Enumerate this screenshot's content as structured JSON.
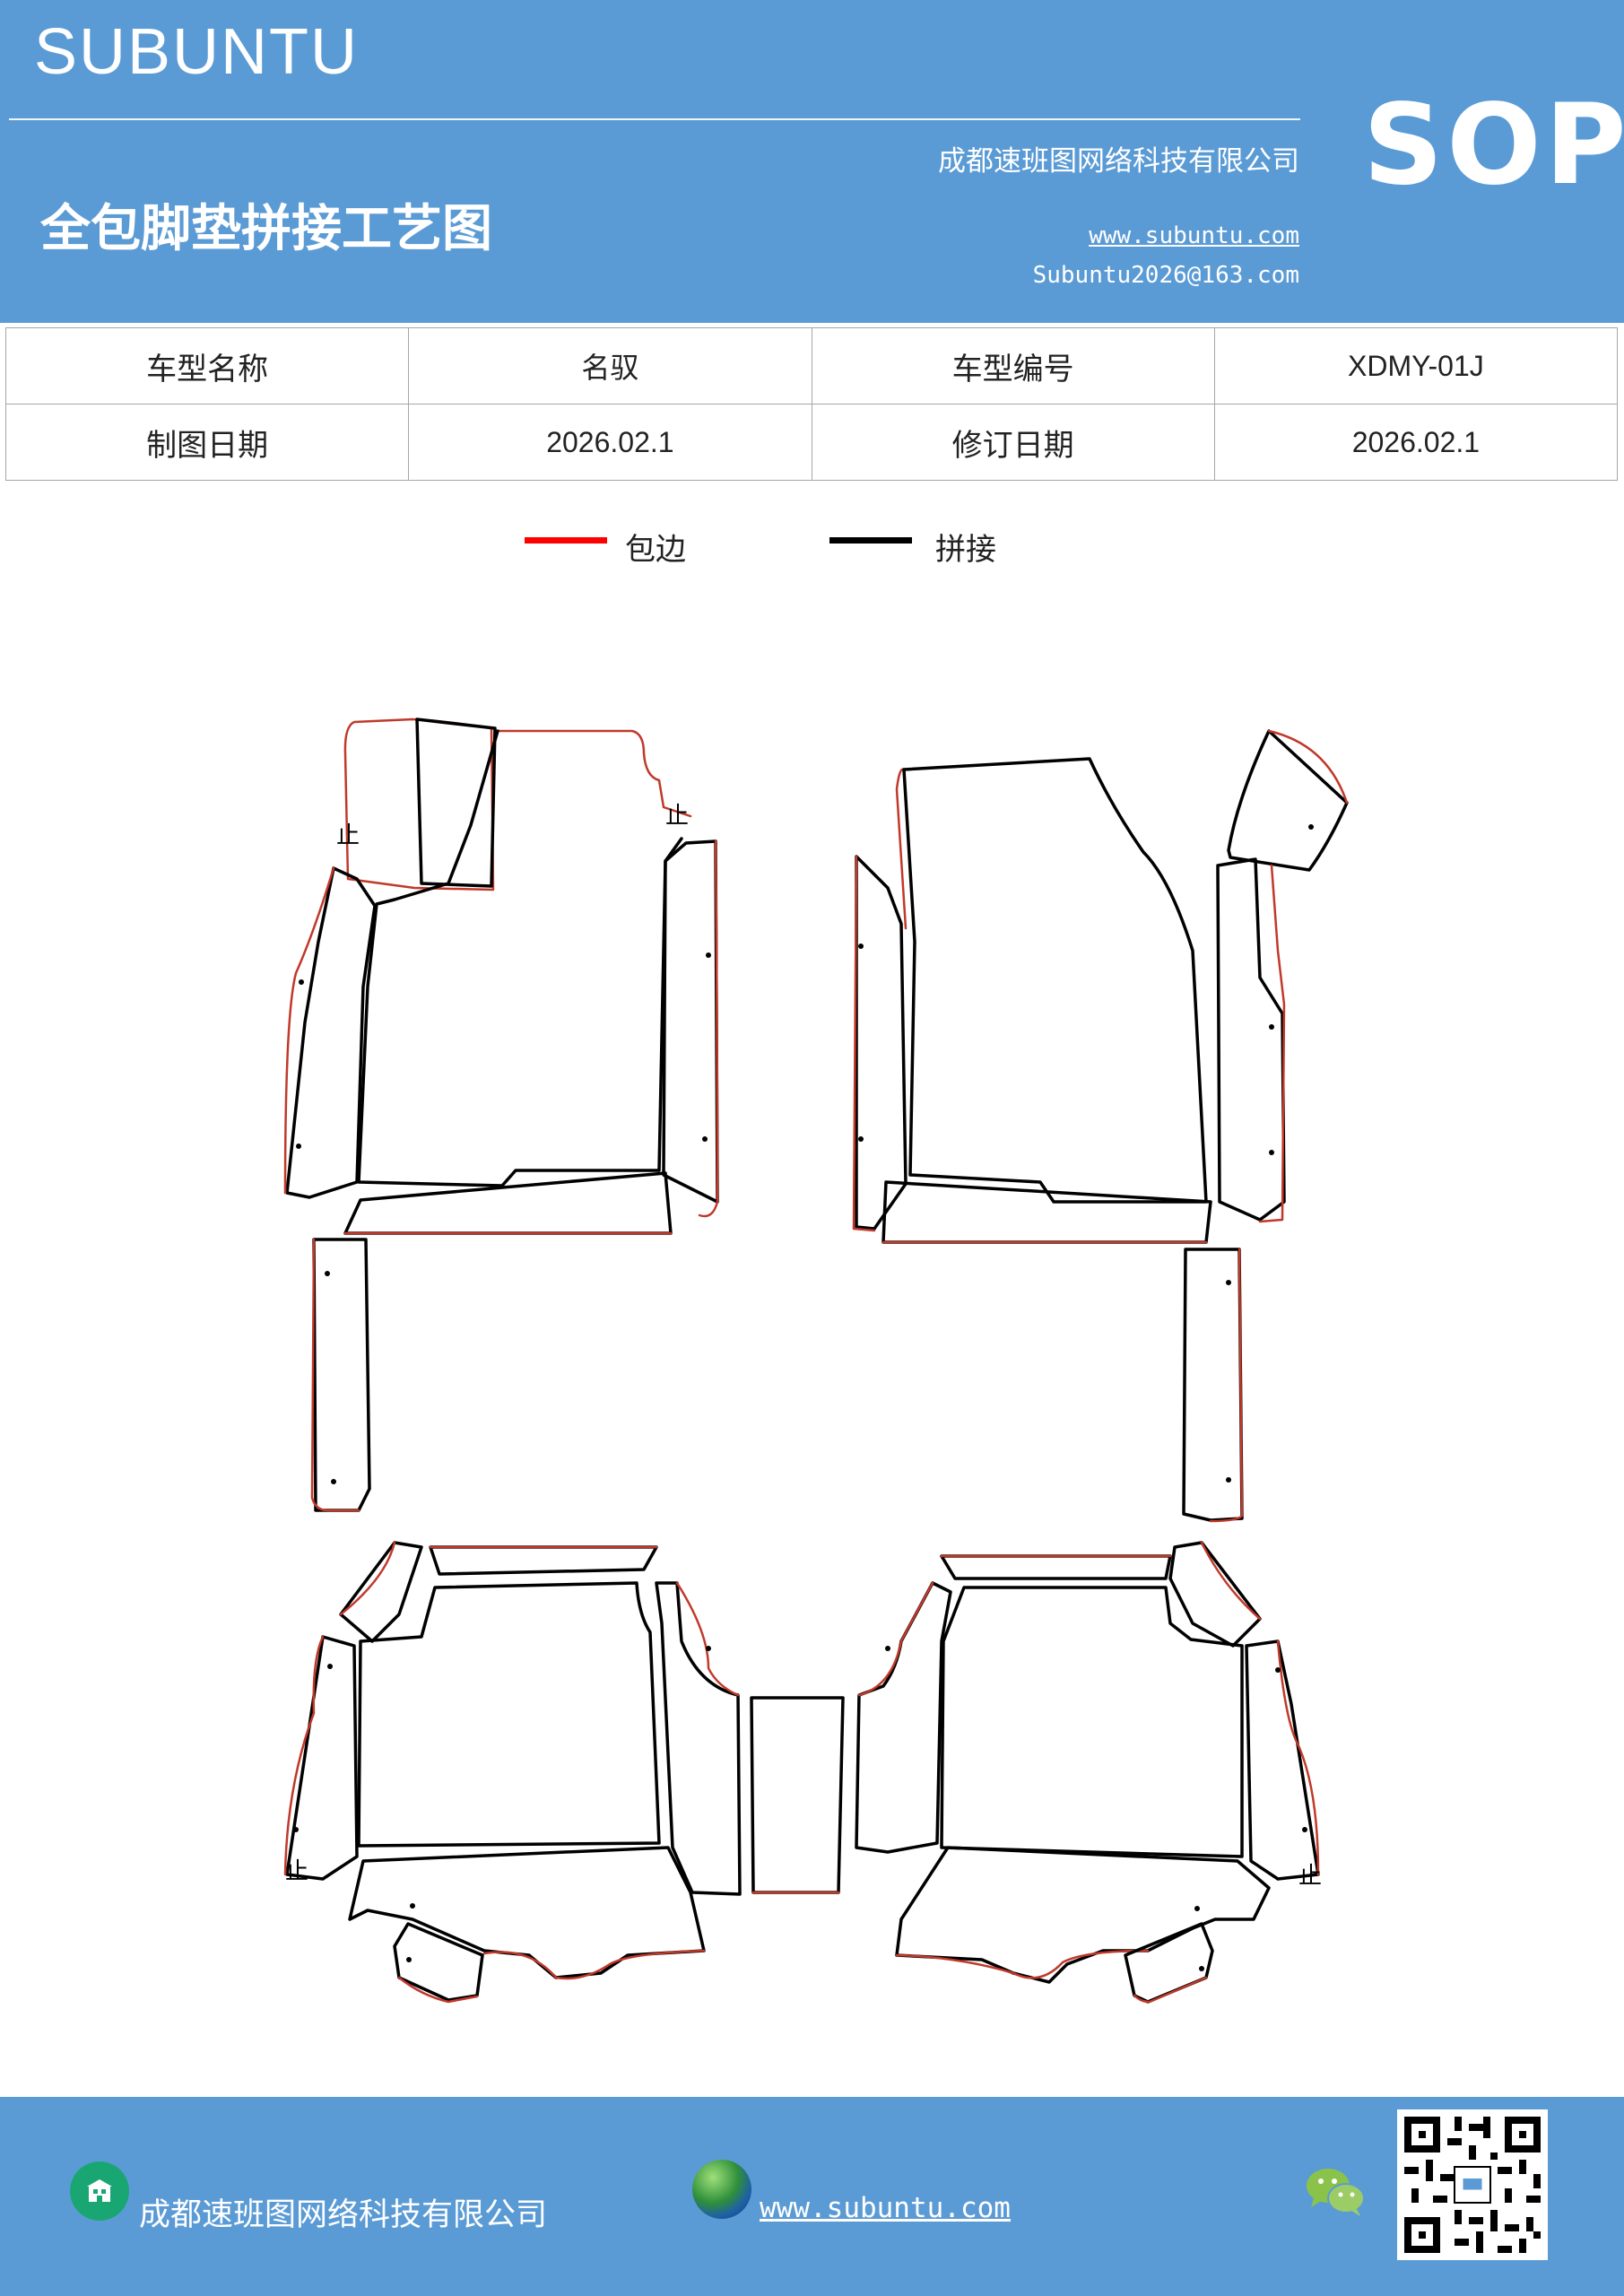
{
  "header": {
    "brand": "SUBUNTU",
    "company": "成都速班图网络科技有限公司",
    "title": "全包脚垫拼接工艺图",
    "website": "www.subuntu.com",
    "email": "Subuntu2026@163.com",
    "badge": "SOP"
  },
  "info_table": {
    "rows": [
      [
        "车型名称",
        "名驭",
        "车型编号",
        "XDMY-01J"
      ],
      [
        "制图日期",
        "2026.02.1",
        "修订日期",
        "2026.02.1"
      ]
    ]
  },
  "legend": {
    "items": [
      {
        "label": "包边",
        "color": "#ff0000"
      },
      {
        "label": "拼接",
        "color": "#000000"
      }
    ]
  },
  "drawing": {
    "stop_mark": "止",
    "edge_color": "#c0392b",
    "seam_color": "#000000"
  },
  "footer": {
    "company": "成都速班图网络科技有限公司",
    "website": "www.subuntu.com",
    "icons": [
      "building-icon",
      "globe-icon",
      "wechat-icon",
      "qr-code"
    ]
  },
  "colors": {
    "primary": "#5b9bd5",
    "text": "#222222"
  }
}
